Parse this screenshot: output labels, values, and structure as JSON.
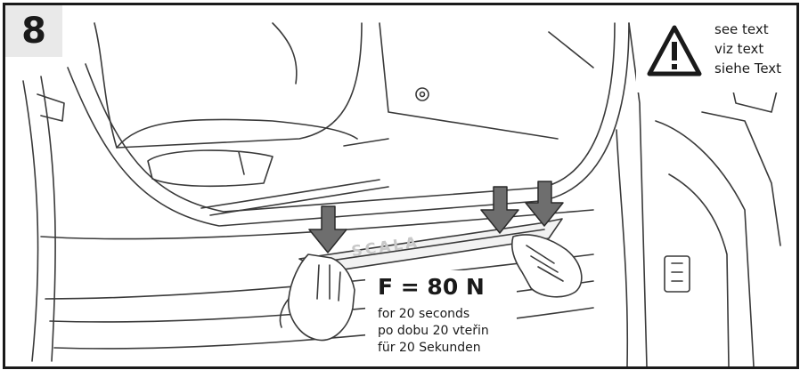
{
  "step": {
    "number": "8"
  },
  "warning": {
    "icon": "warning-triangle-icon",
    "lines": [
      "see text",
      "viz text",
      "siehe Text"
    ]
  },
  "force": {
    "value": "F = 80 N",
    "lines": [
      "for 20 seconds",
      "po dobu 20 vteřin",
      "für 20 Sekunden"
    ]
  },
  "sill_label": "SCALA",
  "colors": {
    "frame": "#1a1a1a",
    "step_bg": "#e9e9e9",
    "arrow": "#6e6e6e",
    "line_art": "#3a3a3a"
  }
}
